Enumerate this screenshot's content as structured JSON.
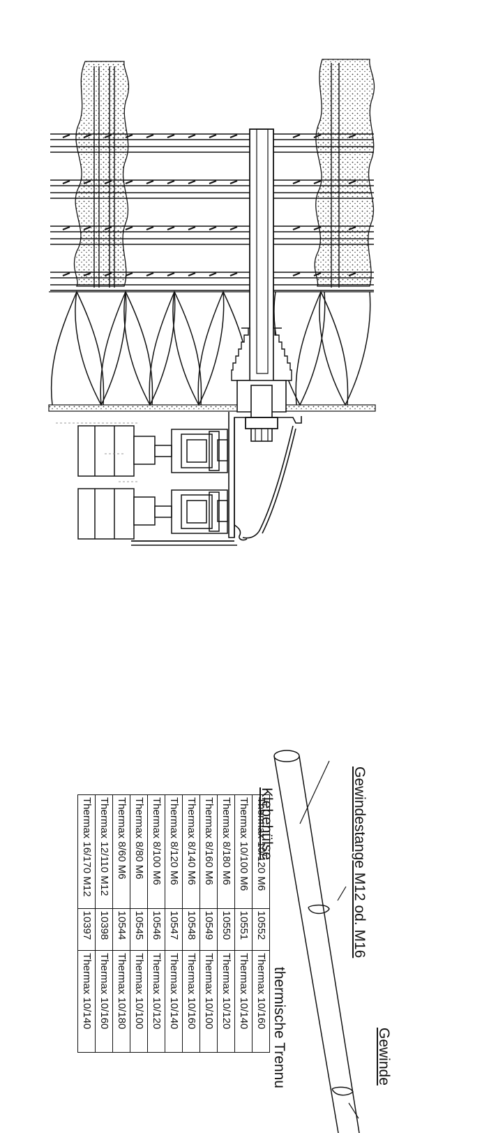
{
  "labels": {
    "klebehulse": "Klebehülse",
    "gewindestange": "Gewindestange M12 od. M16",
    "thermische": "thermische Trennu",
    "gewinde": "Gewinde"
  },
  "table": {
    "rows": [
      [
        "Thermax 16/170 M12",
        "10397",
        "Thermax 10/140"
      ],
      [
        "Thermax 12/110 M12",
        "10398",
        "Thermax 10/160"
      ],
      [
        "Thermax 8/60 M6",
        "10544",
        "Thermax 10/180"
      ],
      [
        "Thermax 8/80 M6",
        "10545",
        "Thermax 10/100"
      ],
      [
        "Thermax 8/100 M6",
        "10546",
        "Thermax 10/120"
      ],
      [
        "Thermax 8/120 M6",
        "10547",
        "Thermax 10/140"
      ],
      [
        "Thermax 8/140 M6",
        "10548",
        "Thermax 10/160"
      ],
      [
        "Thermax 8/160 M6",
        "10549",
        "Thermax 10/100"
      ],
      [
        "Thermax 8/180 M6",
        "10550",
        "Thermax 10/120"
      ],
      [
        "Thermax 10/100 M6",
        "10551",
        "Thermax 10/140"
      ],
      [
        "Thermax 10/120 M6",
        "10552",
        "Thermax 10/160"
      ]
    ]
  }
}
